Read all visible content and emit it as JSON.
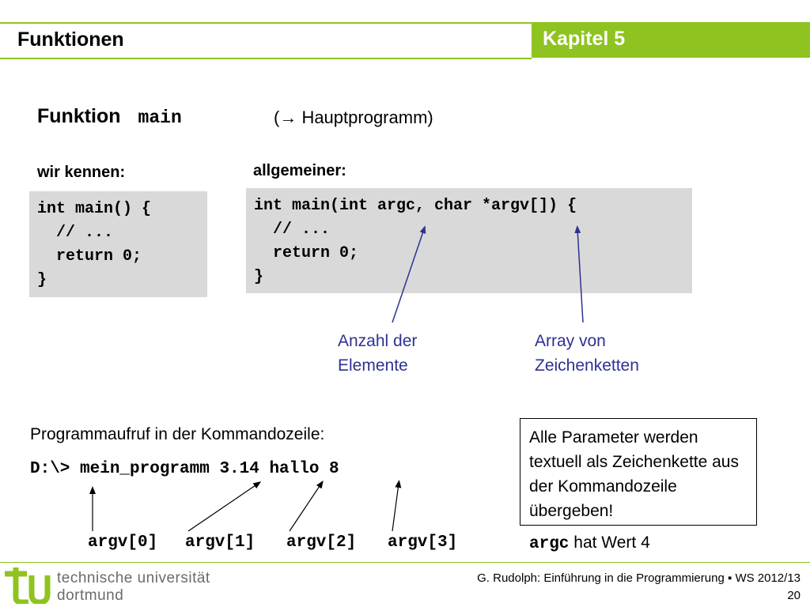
{
  "header": {
    "title": "Funktionen",
    "chapter": "Kapitel 5"
  },
  "heading": {
    "text": "Funktion",
    "code": "main",
    "subtitle": "(→ Hauptprogramm)"
  },
  "known": {
    "label": "wir kennen:",
    "code": "int main() {\n  // ...\n  return 0;\n}"
  },
  "general": {
    "label": "allgemeiner:",
    "code": "int main(int argc, char *argv[]) {\n  // ...\n  return 0;\n}"
  },
  "annotations": {
    "argc_line1": "Anzahl der",
    "argc_line2": "Elemente",
    "argv_line1": "Array von",
    "argv_line2": "Zeichenketten"
  },
  "command": {
    "intro": "Programmaufruf in der Kommandozeile:",
    "line": "D:\\> mein_programm 3.14 hallo 8",
    "args": [
      "argv[0]",
      "argv[1]",
      "argv[2]",
      "argv[3]"
    ]
  },
  "note": {
    "text": "Alle Parameter werden textuell als Zeichenkette aus der Kommandozeile übergeben!"
  },
  "argc_value": {
    "code": "argc",
    "text": "hat Wert 4"
  },
  "footer": {
    "uni_line1": "technische universität",
    "uni_line2": "dortmund",
    "credit": "G. Rudolph: Einführung in die Programmierung ▪ WS 2012/13",
    "page": "20"
  },
  "colors": {
    "accent": "#8fc31f",
    "annotation": "#2e3192",
    "code_background": "#d9d9d9"
  },
  "icons": {
    "logo": "tu-logo-icon"
  }
}
